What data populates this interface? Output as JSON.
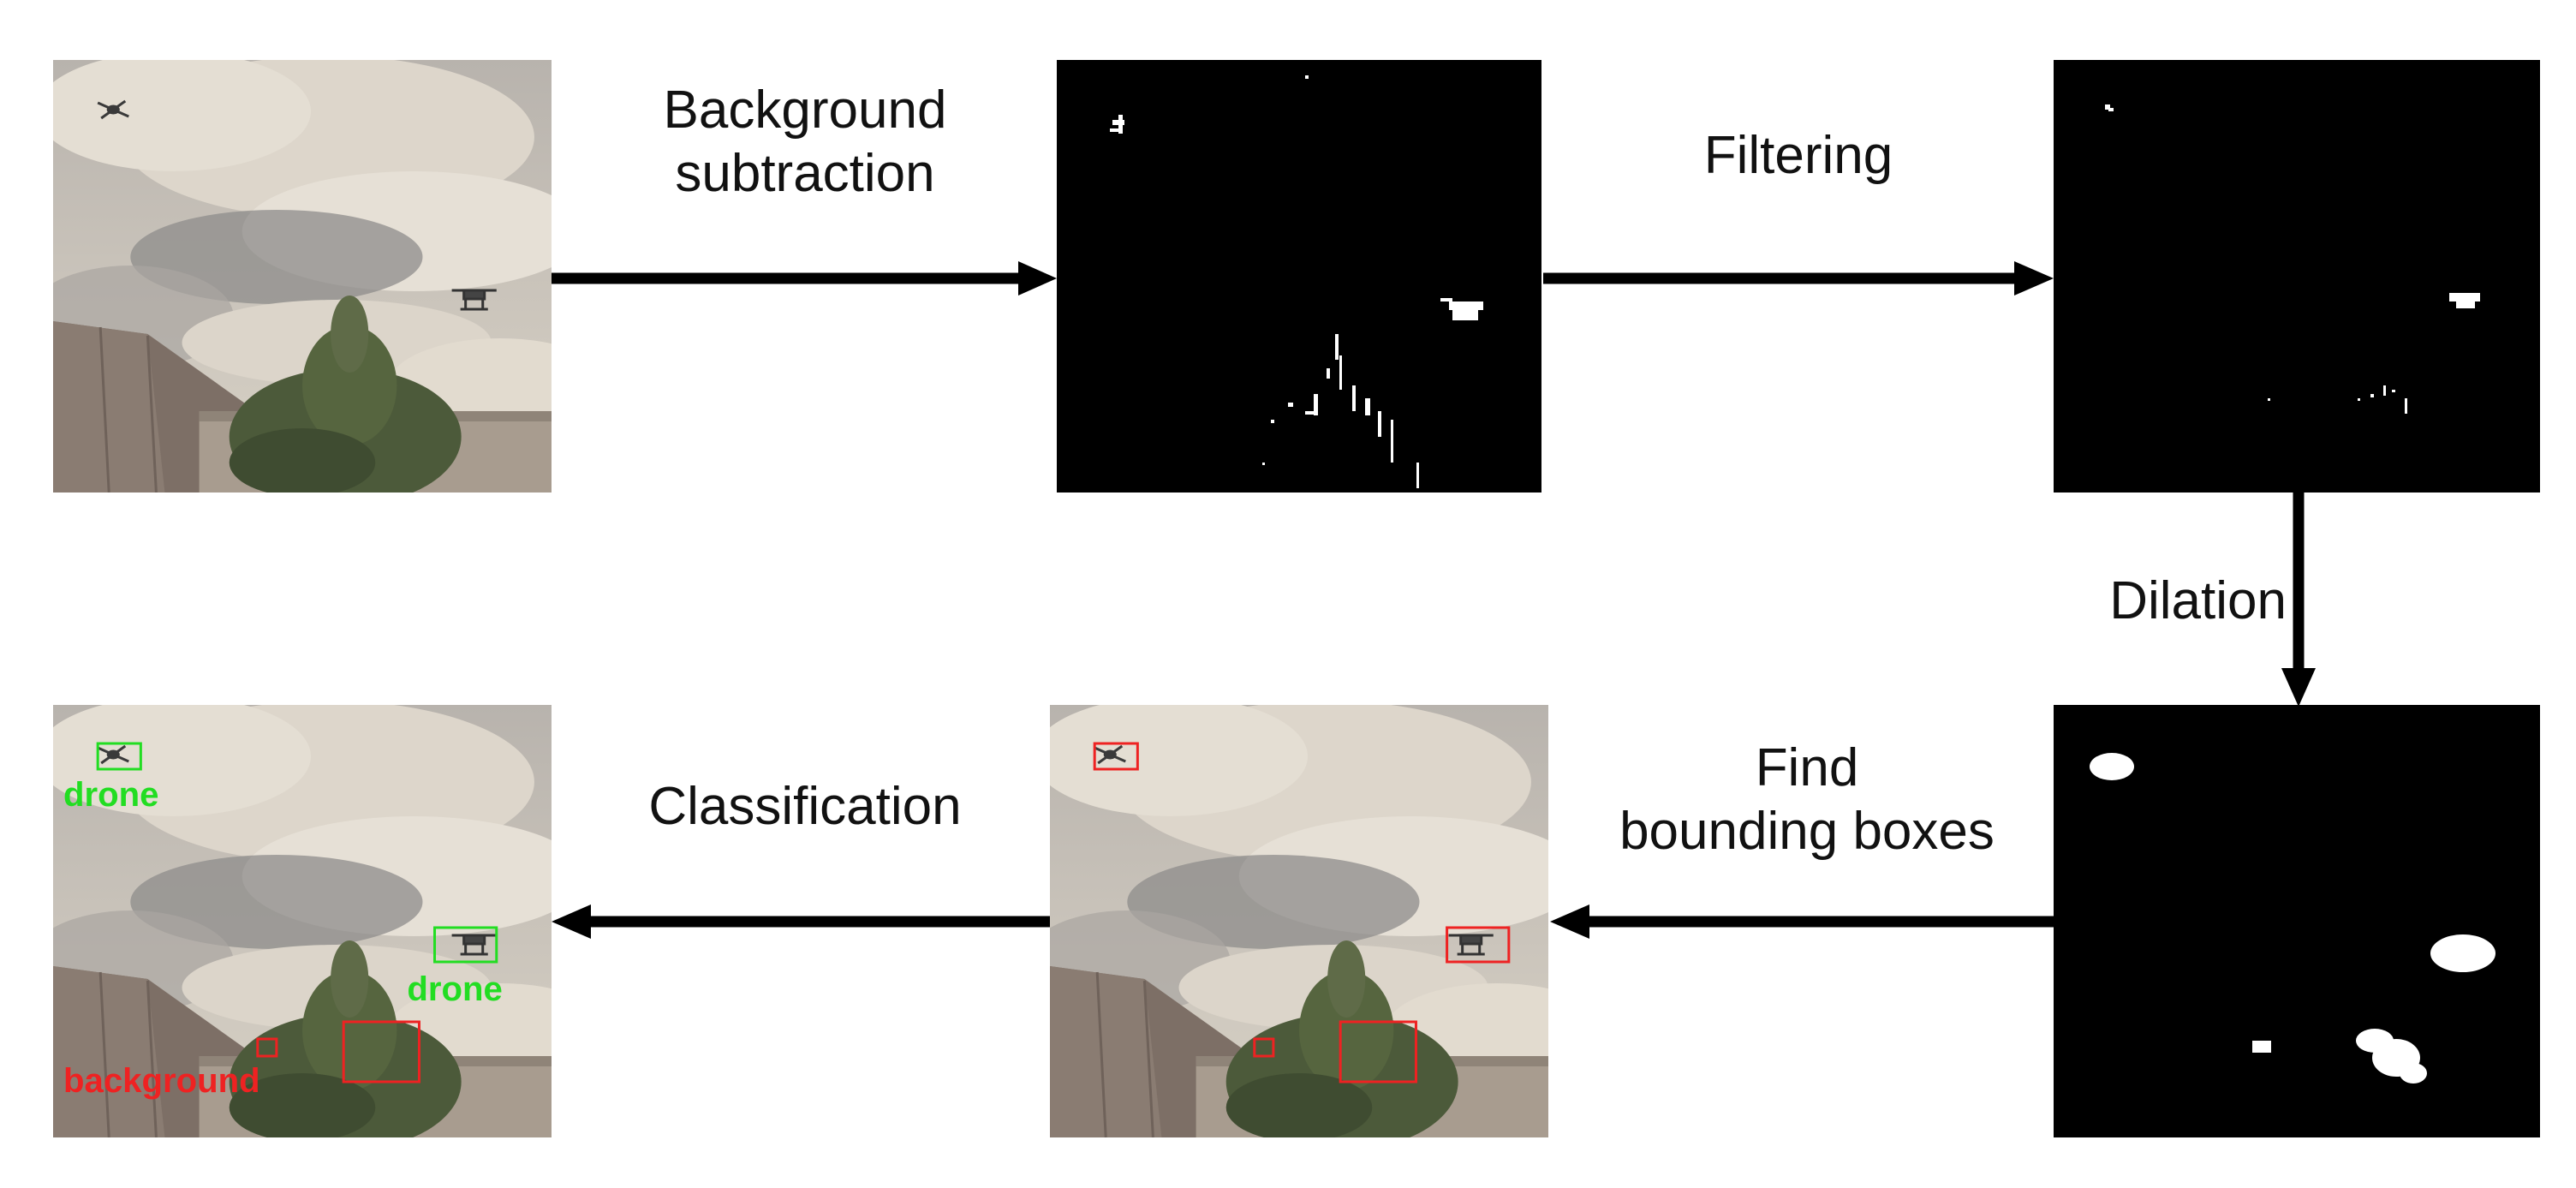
{
  "steps": {
    "background_subtraction": [
      "Background",
      "subtraction"
    ],
    "filtering": "Filtering",
    "dilation": "Dilation",
    "find_bounding_boxes": [
      "Find",
      "bounding boxes"
    ],
    "classification": "Classification"
  },
  "result_tags": {
    "drone_top": "drone",
    "drone_right": "drone",
    "background": "background"
  },
  "colors": {
    "drone_box": "#22dd22",
    "background_box": "#ee2222",
    "arrow": "#000000",
    "mask_bg": "#000000",
    "mask_fg": "#ffffff"
  }
}
